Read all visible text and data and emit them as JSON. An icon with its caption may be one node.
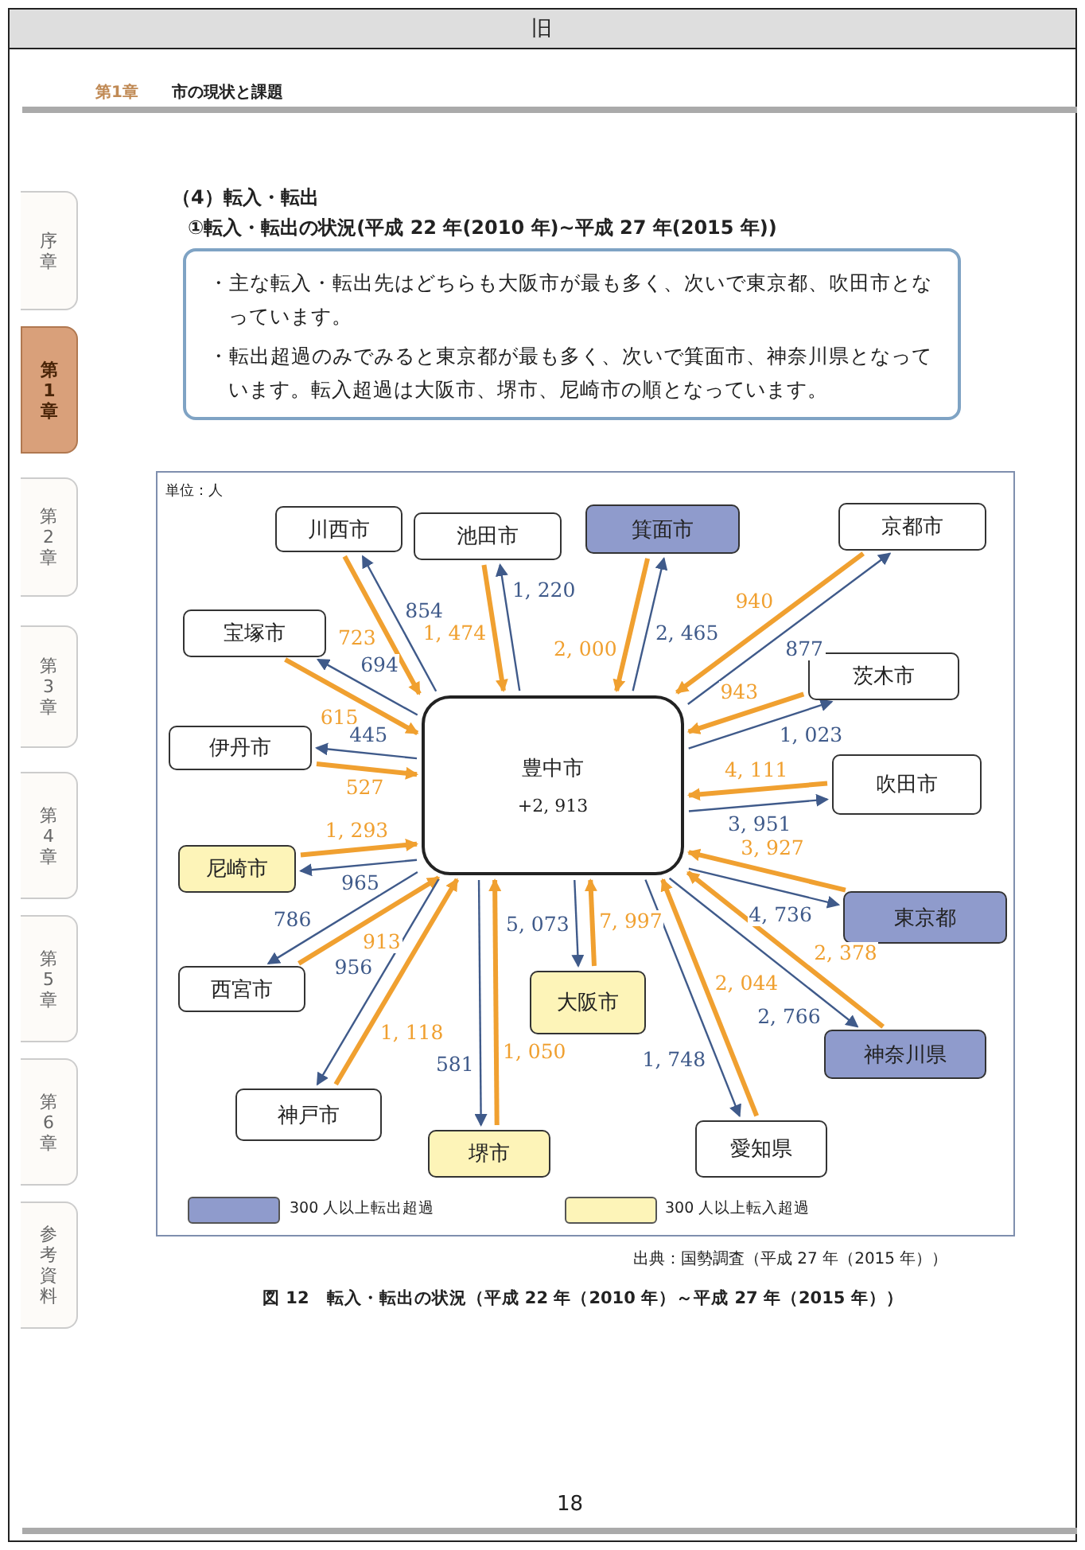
{
  "diagram": {
    "title": "①転入・転出の状況(平成 22 年(2010 年)~平成 27 年(2015 年))",
    "caption": "図 12　転入・転出の状況（平成 22 年（2010 年）～平成 27 年（2015 年））",
    "nodes": [
      {
        "text": [
          "・主な転入・転出先はどちらも大阪市が最も多く、次いで東京都、吹田市となっています。",
          "・転出超過のみでみると東京都が最も多く、次いで箕面市、神奈川県となっています。転入超過は大阪市、堺市、尼崎市の順となっています。"
        ]
      },
      {
        "text": [
          "豊中市",
          "+2, 913"
        ]
      },
      {
        "text": [
          "川西市"
        ]
      },
      {
        "text": [
          "池田市"
        ]
      },
      {
        "text": [
          "箕面市"
        ]
      },
      {
        "text": [
          "京都市"
        ]
      },
      {
        "text": [
          "宝塚市"
        ]
      },
      {
        "text": [
          "茨木市"
        ]
      },
      {
        "text": [
          "伊丹市"
        ]
      },
      {
        "text": [
          "吹田市"
        ]
      },
      {
        "text": [
          "尼崎市"
        ]
      },
      {
        "text": [
          "東京都"
        ]
      },
      {
        "text": [
          "西宮市"
        ]
      },
      {
        "text": [
          "大阪市"
        ]
      },
      {
        "text": [
          "神奈川県"
        ]
      },
      {
        "text": [
          "神戸市"
        ]
      },
      {
        "text": [
          "堺市"
        ]
      },
      {
        "text": [
          "愛知県"
        ]
      },
      {
        "text": [
          "序章"
        ]
      },
      {
        "text": [
          "第1章"
        ]
      },
      {
        "text": [
          "第2章"
        ]
      },
      {
        "text": [
          "第3章"
        ]
      },
      {
        "text": [
          "第4章"
        ]
      },
      {
        "text": [
          "第5章"
        ]
      },
      {
        "text": [
          "第6章"
        ]
      },
      {
        "text": [
          "参考資料"
        ]
      }
    ],
    "edges": [
      {
        "from": 1,
        "to": 2,
        "arrow": "to",
        "label": "854",
        "color": "#3f5a8a"
      },
      {
        "from": 2,
        "to": 1,
        "arrow": "to",
        "label": "723",
        "color": "#f0a030",
        "style": "thick"
      },
      {
        "from": 1,
        "to": 3,
        "arrow": "to",
        "label": "1, 220",
        "color": "#3f5a8a"
      },
      {
        "from": 3,
        "to": 1,
        "arrow": "to",
        "label": "1, 474",
        "color": "#f0a030",
        "style": "thick"
      },
      {
        "from": 1,
        "to": 4,
        "arrow": "to",
        "label": "2, 465",
        "color": "#3f5a8a"
      },
      {
        "from": 4,
        "to": 1,
        "arrow": "to",
        "label": "2, 000",
        "color": "#f0a030",
        "style": "thick"
      },
      {
        "from": 1,
        "to": 5,
        "arrow": "to",
        "label": "877",
        "color": "#3f5a8a"
      },
      {
        "from": 5,
        "to": 1,
        "arrow": "to",
        "label": "940",
        "color": "#f0a030",
        "style": "thick"
      },
      {
        "from": 1,
        "to": 6,
        "arrow": "to",
        "label": "694",
        "color": "#3f5a8a"
      },
      {
        "from": 6,
        "to": 1,
        "arrow": "to",
        "label": "615",
        "color": "#f0a030",
        "style": "thick"
      },
      {
        "from": 1,
        "to": 7,
        "arrow": "to",
        "label": "1, 023",
        "color": "#3f5a8a"
      },
      {
        "from": 7,
        "to": 1,
        "arrow": "to",
        "label": "943",
        "color": "#f0a030",
        "style": "thick"
      },
      {
        "from": 1,
        "to": 8,
        "arrow": "to",
        "label": "445",
        "color": "#3f5a8a"
      },
      {
        "from": 8,
        "to": 1,
        "arrow": "to",
        "label": "527",
        "color": "#f0a030",
        "style": "thick"
      },
      {
        "from": 1,
        "to": 9,
        "arrow": "to",
        "label": "3, 951",
        "color": "#3f5a8a"
      },
      {
        "from": 9,
        "to": 1,
        "arrow": "to",
        "label": "4, 111",
        "color": "#f0a030",
        "style": "thick"
      },
      {
        "from": 1,
        "to": 10,
        "arrow": "to",
        "label": "965",
        "color": "#3f5a8a"
      },
      {
        "from": 10,
        "to": 1,
        "arrow": "to",
        "label": "1, 293",
        "color": "#f0a030",
        "style": "thick"
      },
      {
        "from": 1,
        "to": 11,
        "arrow": "to",
        "label": "4, 736",
        "color": "#3f5a8a"
      },
      {
        "from": 11,
        "to": 1,
        "arrow": "to",
        "label": "3, 927",
        "color": "#f0a030",
        "style": "thick"
      },
      {
        "from": 1,
        "to": 12,
        "arrow": "to",
        "label": "786",
        "color": "#3f5a8a"
      },
      {
        "from": 12,
        "to": 1,
        "arrow": "to",
        "label": "913",
        "color": "#f0a030",
        "style": "thick"
      },
      {
        "from": 1,
        "to": 13,
        "arrow": "to",
        "label": "5, 073",
        "color": "#3f5a8a"
      },
      {
        "from": 13,
        "to": 1,
        "arrow": "to",
        "label": "7, 997",
        "color": "#f0a030",
        "style": "thick"
      },
      {
        "from": 1,
        "to": 14,
        "arrow": "to",
        "label": "2, 766",
        "color": "#3f5a8a"
      },
      {
        "from": 14,
        "to": 1,
        "arrow": "to",
        "label": "2, 378",
        "color": "#f0a030",
        "style": "thick"
      },
      {
        "from": 1,
        "to": 15,
        "arrow": "to",
        "label": "956",
        "color": "#3f5a8a"
      },
      {
        "from": 15,
        "to": 1,
        "arrow": "to",
        "label": "1, 118",
        "color": "#f0a030",
        "style": "thick"
      },
      {
        "from": 1,
        "to": 16,
        "arrow": "to",
        "label": "581",
        "color": "#3f5a8a"
      },
      {
        "from": 16,
        "to": 1,
        "arrow": "to",
        "label": "1, 050",
        "color": "#f0a030",
        "style": "thick"
      },
      {
        "from": 1,
        "to": 17,
        "arrow": "to",
        "label": "1, 748",
        "color": "#3f5a8a"
      },
      {
        "from": 17,
        "to": 1,
        "arrow": "to",
        "label": "2, 044",
        "color": "#f0a030",
        "style": "thick"
      }
    ],
    "labels": [
      "旧",
      "第1章",
      "市の現状と課題",
      "（4）転入・転出",
      "単位：人",
      "出典：国勢調査（平成 27 年（2015 年））",
      "18"
    ],
    "legend": [
      {
        "text": "300 人以上転出超過",
        "color": "#8f9bcc"
      },
      {
        "text": "300 人以上転入超過",
        "color": "#fdf4b8"
      }
    ]
  }
}
